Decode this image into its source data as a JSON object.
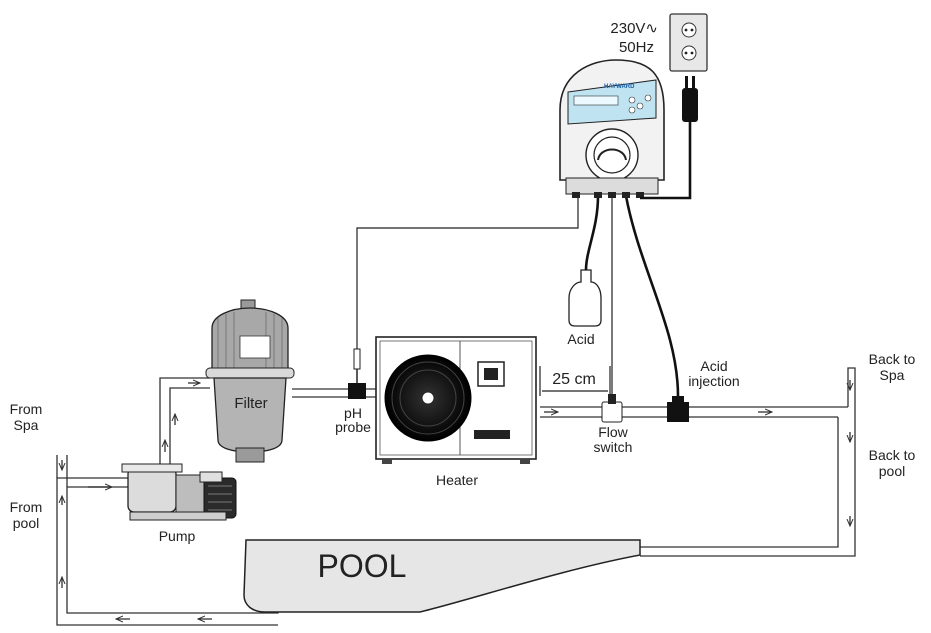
{
  "power": {
    "voltage": "230V∿",
    "frequency": "50Hz"
  },
  "controller": {
    "brand": "HAYWARD"
  },
  "labels": {
    "acid": "Acid",
    "acid_injection_line1": "Acid",
    "acid_injection_line2": "injection",
    "distance": "25 cm",
    "flow_switch_line1": "Flow",
    "flow_switch_line2": "switch",
    "heater": "Heater",
    "filter": "Filter",
    "ph_probe_line1": "pH",
    "ph_probe_line2": "probe",
    "pump": "Pump",
    "pool": "POOL",
    "from_spa_line1": "From",
    "from_spa_line2": "Spa",
    "from_pool_line1": "From",
    "from_pool_line2": "pool",
    "back_to_spa_line1": "Back to",
    "back_to_spa_line2": "Spa",
    "back_to_pool_line1": "Back to",
    "back_to_pool_line2": "pool"
  },
  "colors": {
    "pool_fill": "#e6e6e6",
    "filter_body": "#b4b4b4",
    "controller_screen": "#bfe3f0",
    "line": "#222222"
  }
}
